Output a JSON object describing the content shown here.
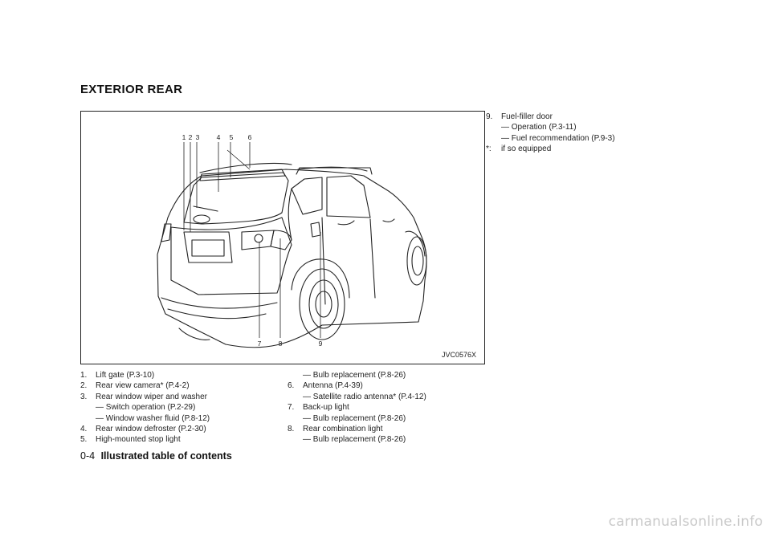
{
  "page": {
    "title": "EXTERIOR REAR",
    "figure_code": "JVC0576X",
    "callouts_top": [
      "1",
      "2",
      "3",
      "4",
      "5",
      "6"
    ],
    "callouts_bottom": [
      "7",
      "8",
      "9"
    ]
  },
  "items_col1": [
    {
      "num": "1.",
      "text": "Lift gate (P.3-10)",
      "subs": []
    },
    {
      "num": "2.",
      "text": "Rear view camera* (P.4-2)",
      "subs": []
    },
    {
      "num": "3.",
      "text": "Rear window wiper and washer",
      "subs": [
        "— Switch operation (P.2-29)",
        "— Window washer fluid (P.8-12)"
      ]
    },
    {
      "num": "4.",
      "text": "Rear window defroster (P.2-30)",
      "subs": []
    },
    {
      "num": "5.",
      "text": "High-mounted stop light",
      "subs": []
    }
  ],
  "items_col2": [
    {
      "num": "",
      "text": "",
      "subs": [
        "— Bulb replacement (P.8-26)"
      ]
    },
    {
      "num": "6.",
      "text": "Antenna (P.4-39)",
      "subs": [
        "— Satellite radio antenna* (P.4-12)"
      ]
    },
    {
      "num": "7.",
      "text": "Back-up light",
      "subs": [
        "— Bulb replacement (P.8-26)"
      ]
    },
    {
      "num": "8.",
      "text": "Rear combination light",
      "subs": [
        "— Bulb replacement (P.8-26)"
      ]
    }
  ],
  "items_col3": [
    {
      "num": "9.",
      "text": "Fuel-filler door",
      "subs": [
        "— Operation (P.3-11)",
        "— Fuel recommendation (P.9-3)"
      ]
    },
    {
      "num": "*:",
      "text": "if so equipped",
      "subs": []
    }
  ],
  "footer": {
    "page_number": "0-4",
    "section": "Illustrated table of contents"
  },
  "watermark": "carmanualsonline.info"
}
